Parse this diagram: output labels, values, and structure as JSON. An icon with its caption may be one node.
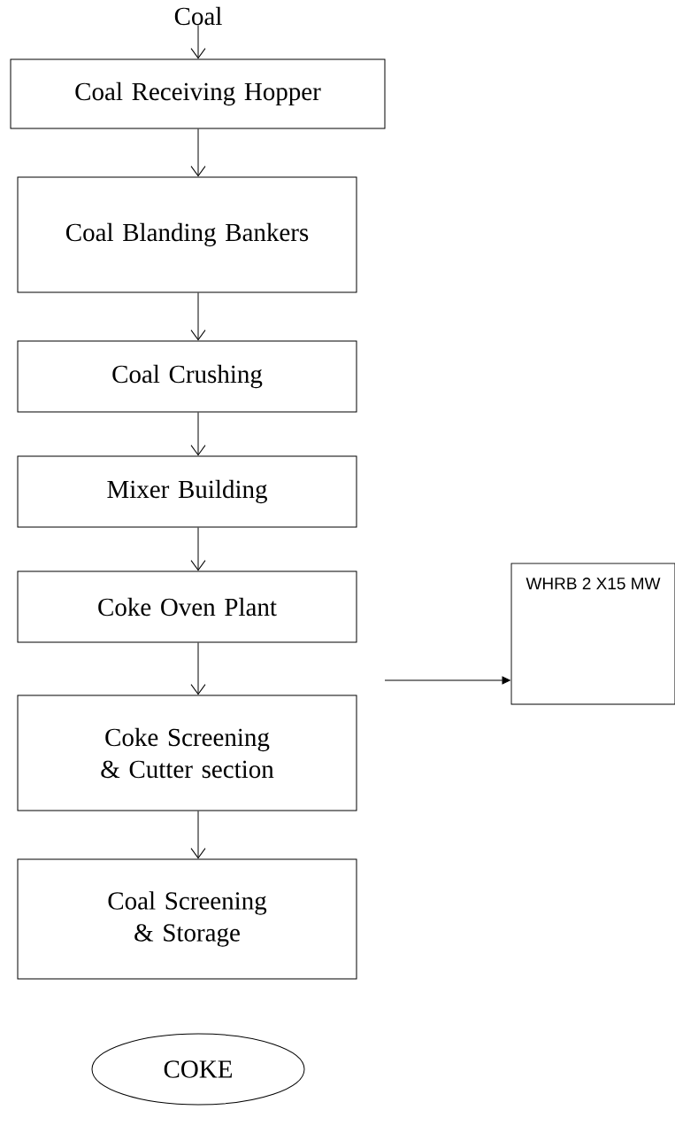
{
  "diagram": {
    "nodes": [
      {
        "text": [
          "Coal"
        ]
      },
      {
        "text": [
          "Coal Receiving Hopper"
        ]
      },
      {
        "text": [
          "Coal Blanding Bankers"
        ]
      },
      {
        "text": [
          "Coal Crushing"
        ]
      },
      {
        "text": [
          "Mixer Building"
        ]
      },
      {
        "text": [
          "Coke Oven Plant"
        ]
      },
      {
        "text": [
          "Coke Screening & Cutter section"
        ]
      },
      {
        "text": [
          "Coal Screening & Storage"
        ]
      },
      {
        "text": [
          "COKE"
        ]
      },
      {
        "text": [
          "WHRB 2 X15 MW"
        ]
      }
    ],
    "edges": [
      {
        "from": 0,
        "to": 1,
        "arrow": "to"
      },
      {
        "from": 1,
        "to": 2,
        "arrow": "to"
      },
      {
        "from": 2,
        "to": 3,
        "arrow": "to"
      },
      {
        "from": 3,
        "to": 4,
        "arrow": "to"
      },
      {
        "from": 4,
        "to": 5,
        "arrow": "to"
      },
      {
        "from": 5,
        "to": 6,
        "arrow": "to"
      },
      {
        "from": 6,
        "to": 7,
        "arrow": "to"
      },
      {
        "from": null,
        "to": 9,
        "arrow": "to"
      }
    ]
  }
}
